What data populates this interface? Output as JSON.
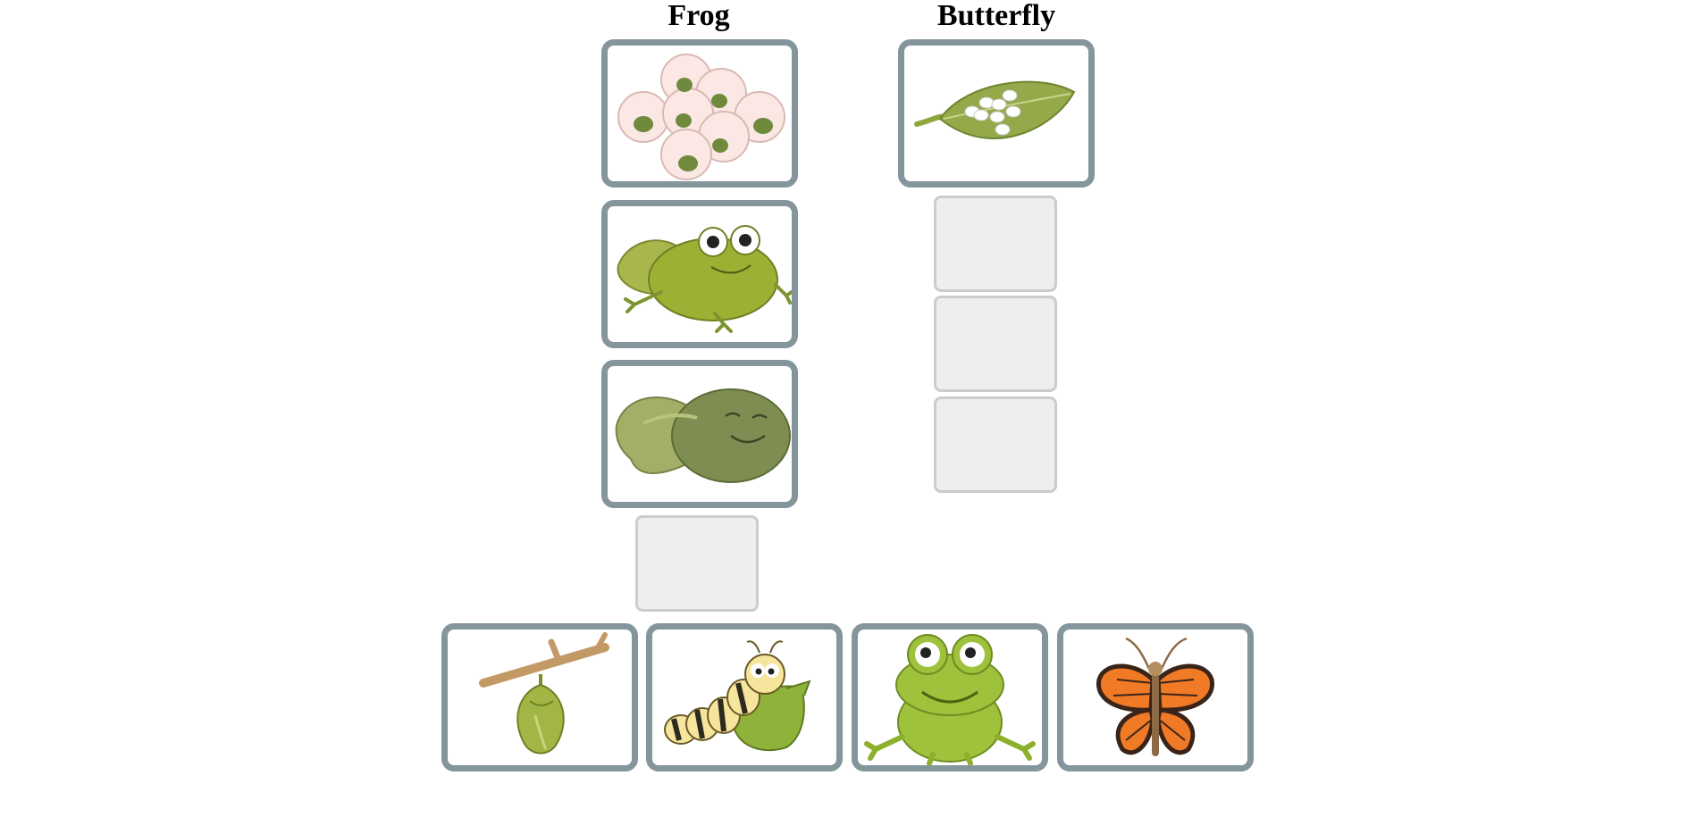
{
  "columns": {
    "frog": {
      "title": "Frog"
    },
    "butterfly": {
      "title": "Butterfly"
    }
  },
  "frog_sequence": [
    "frog-eggs",
    "froglet",
    "tadpole"
  ],
  "butterfly_sequence": [
    "butterfly-eggs-on-leaf"
  ],
  "empty_slots": {
    "frog": 1,
    "butterfly": 3
  },
  "card_bank": [
    "chrysalis",
    "caterpillar",
    "adult-frog",
    "butterfly"
  ],
  "colors": {
    "card_border": "#84959c",
    "slot_fill": "#eeeeee",
    "slot_border": "#cccccc"
  }
}
